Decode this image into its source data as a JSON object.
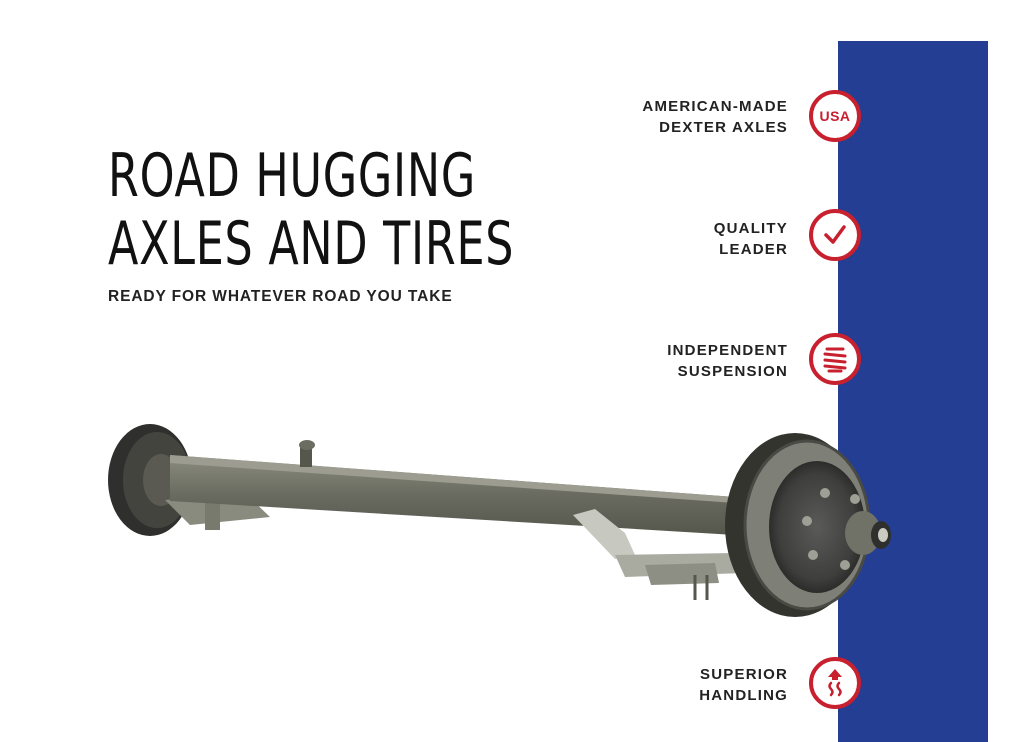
{
  "headline": {
    "line1": "ROAD HUGGING",
    "line2": "AXLES AND TIRES"
  },
  "subtitle": "READY FOR WHATEVER ROAD YOU TAKE",
  "colors": {
    "band": "#233e92",
    "accent": "#c8202f",
    "text": "#111111"
  },
  "features": [
    {
      "line1": "AMERICAN-MADE",
      "line2": "DEXTER AXLES",
      "icon": "usa-badge-icon",
      "badge_text": "USA"
    },
    {
      "line1": "QUALITY",
      "line2": "LEADER",
      "icon": "checkmark-icon"
    },
    {
      "line1": "INDEPENDENT",
      "line2": "SUSPENSION",
      "icon": "spring-icon"
    },
    {
      "line1": "SUPERIOR",
      "line2": "HANDLING",
      "icon": "road-arrow-icon"
    }
  ]
}
